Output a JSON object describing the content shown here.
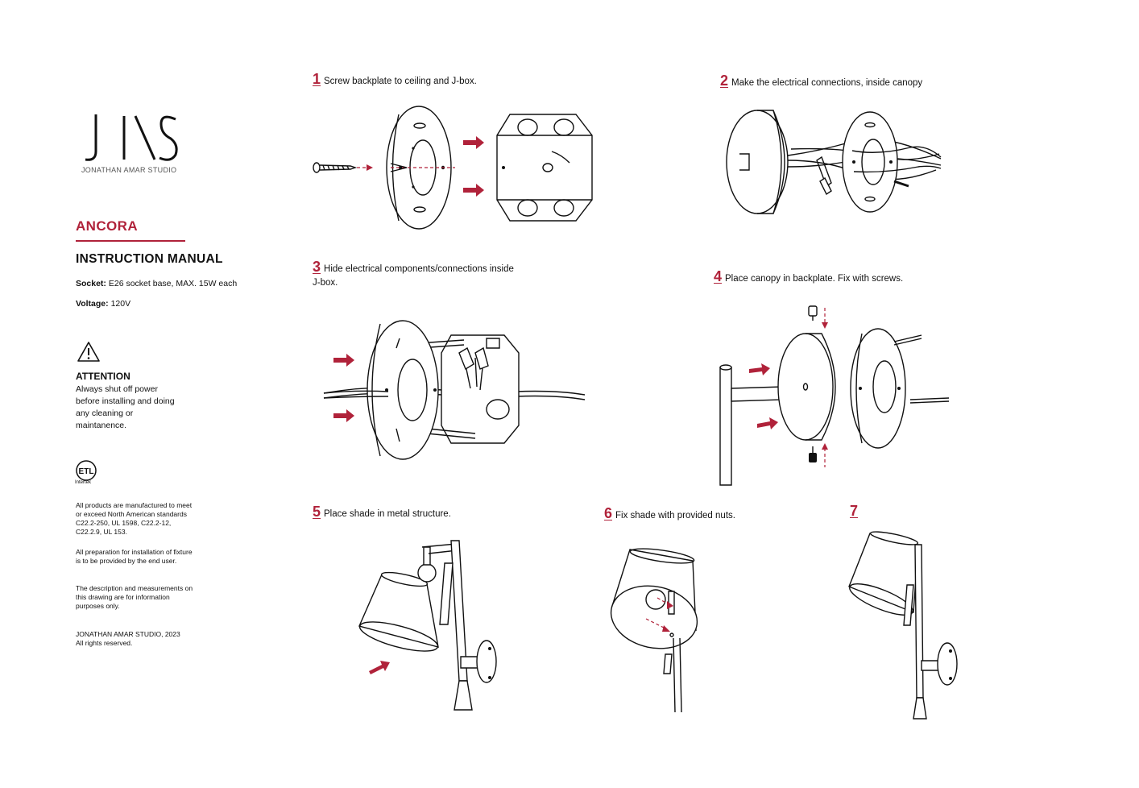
{
  "brand": {
    "logo_letters": "J\\S",
    "studio_name": "JONATHAN AMAR STUDIO"
  },
  "product": {
    "name": "ANCORA",
    "document_title": "INSTRUCTION MANUAL"
  },
  "specs": {
    "socket_label": "Socket:",
    "socket_value": "E26 socket base, MAX. 15W each",
    "voltage_label": "Voltage:",
    "voltage_value": "120V"
  },
  "attention": {
    "icon": "warning-triangle-icon",
    "title": "ATTENTION",
    "text": "Always shut off power before installing and doing any cleaning or maintanence."
  },
  "certification": {
    "mark": "ETL",
    "label": "Intertek"
  },
  "fine_print": {
    "standards": "All products are manufactured to meet or exceed North American standards C22.2-250, UL 1598, C22.2-12, C22.2.9, UL 153.",
    "preparation": "All preparation for installation of fixture is to be provided by the end user.",
    "disclaimer": "The description and measurements on this drawing are for information purposes only.",
    "copyright_line1": "JONATHAN AMAR STUDIO, 2023",
    "copyright_line2": "All rights reserved."
  },
  "steps": [
    {
      "number": "1",
      "text": "Screw backplate to ceiling and J-box."
    },
    {
      "number": "2",
      "text": "Make the electrical connections, inside canopy"
    },
    {
      "number": "3",
      "text": "Hide electrical components/connections inside J-box."
    },
    {
      "number": "4",
      "text": "Place canopy in backplate. Fix with screws."
    },
    {
      "number": "5",
      "text": "Place shade in metal structure."
    },
    {
      "number": "6",
      "text": "Fix shade with provided nuts."
    },
    {
      "number": "7",
      "text": ""
    }
  ],
  "colors": {
    "accent": "#b0223a",
    "ink": "#111111",
    "background": "#ffffff"
  }
}
